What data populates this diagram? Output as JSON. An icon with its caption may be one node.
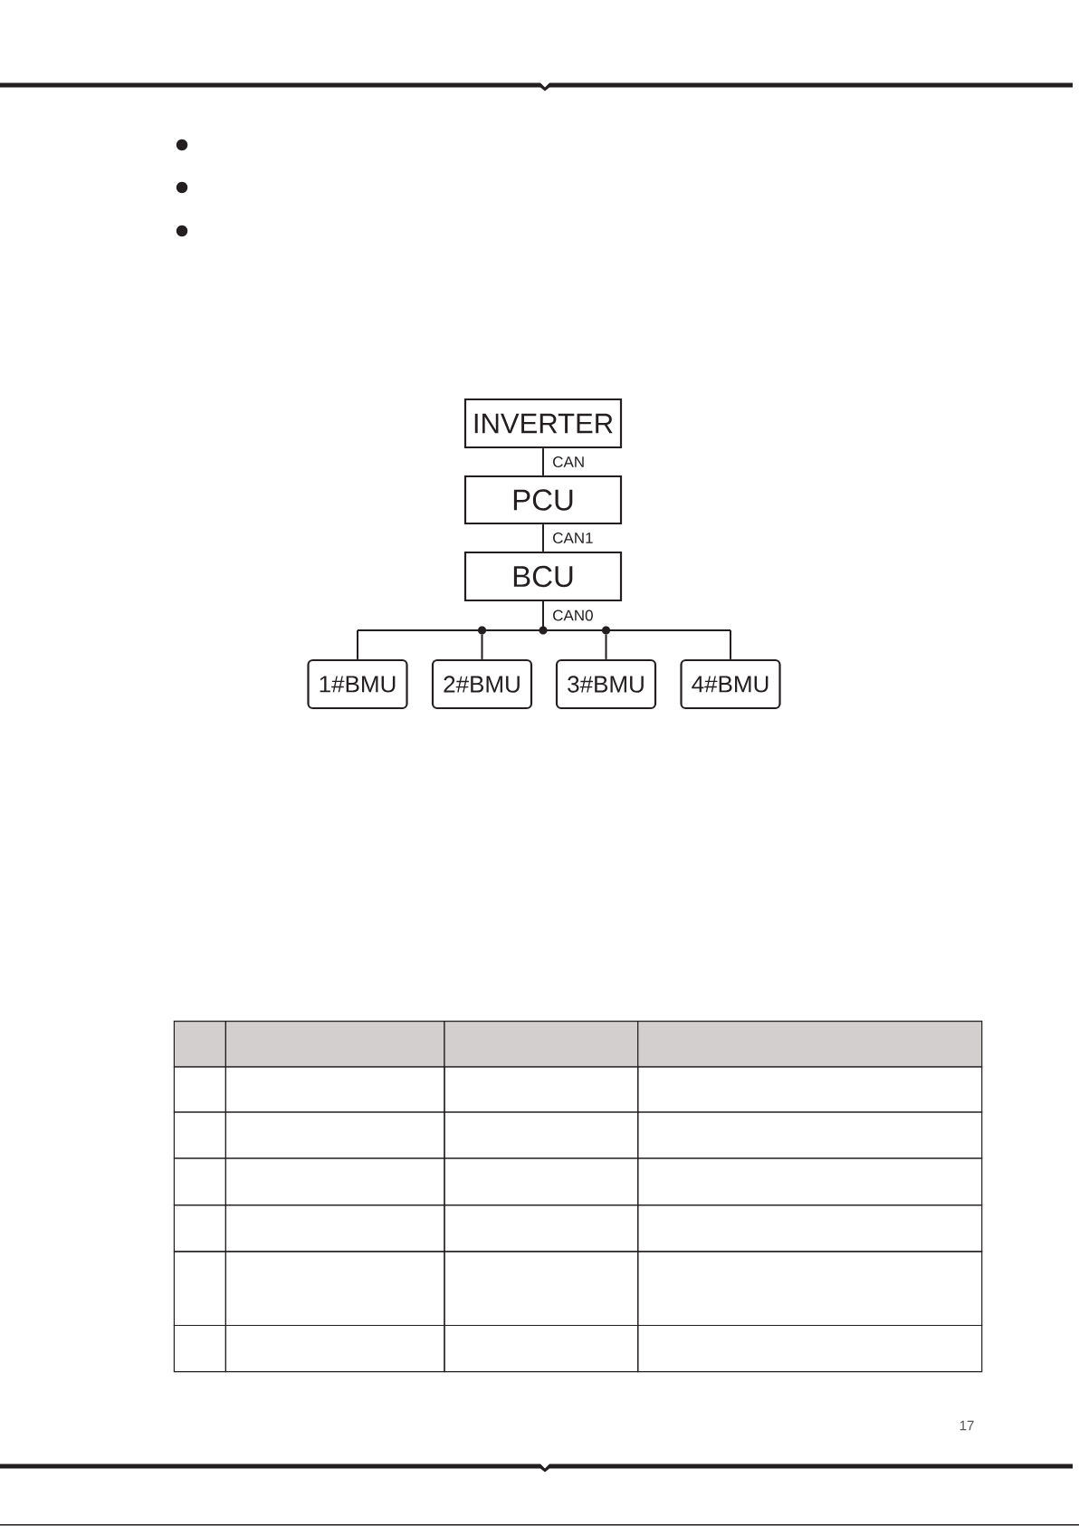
{
  "diagram": {
    "nodes": [
      {
        "text": [
          "INVERTER"
        ]
      },
      {
        "text": [
          "PCU"
        ]
      },
      {
        "text": [
          "BCU"
        ]
      },
      {
        "text": [
          "1#BMU"
        ]
      },
      {
        "text": [
          "2#BMU"
        ]
      },
      {
        "text": [
          "3#BMU"
        ]
      },
      {
        "text": [
          "4#BMU"
        ]
      }
    ],
    "edges": [
      {
        "from": 0,
        "to": 1,
        "arrow": "none",
        "label": "CAN"
      },
      {
        "from": 1,
        "to": 2,
        "arrow": "none",
        "label": "CAN1"
      },
      {
        "from": 2,
        "to": 3,
        "arrow": "none",
        "label": "CAN0"
      },
      {
        "from": 2,
        "to": 4,
        "arrow": "none"
      },
      {
        "from": 2,
        "to": 5,
        "arrow": "none"
      },
      {
        "from": 2,
        "to": 6,
        "arrow": "none"
      }
    ],
    "labels": [
      "17"
    ]
  }
}
